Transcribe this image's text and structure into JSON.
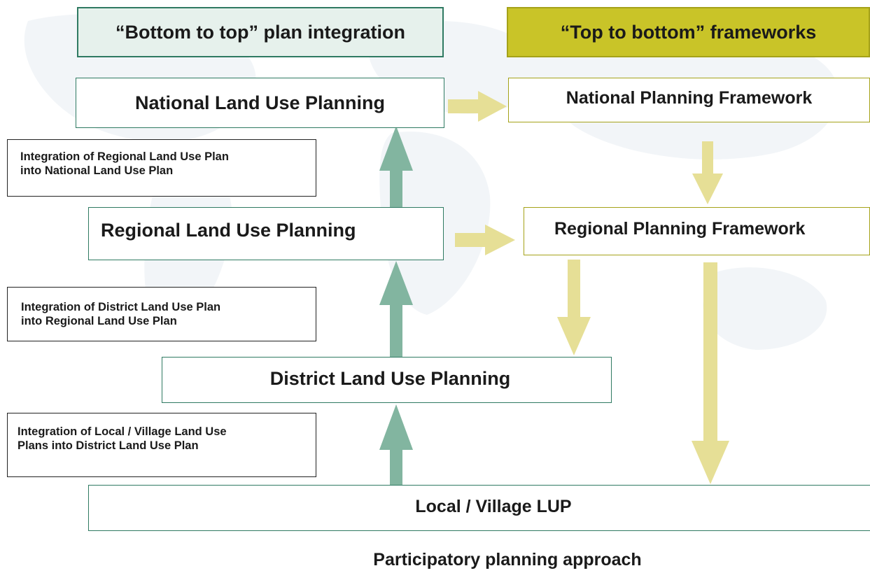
{
  "headers": {
    "bottom_to_top": "“Bottom to top” plan integration",
    "top_to_bottom": "“Top to bottom” frameworks"
  },
  "levels": {
    "national_lup": "National Land Use Planning",
    "national_framework": "National Planning Framework",
    "regional_lup": "Regional Land Use Planning",
    "regional_framework": "Regional Planning Framework",
    "district_lup": "District Land Use Planning",
    "local_lup": "Local / Village LUP"
  },
  "integration_notes": {
    "regional_into_national": [
      "Integration of Regional Land Use Plan",
      "into National Land Use Plan"
    ],
    "district_into_regional": [
      "Integration of District Land Use Plan",
      "into Regional Land Use Plan"
    ],
    "local_into_district": [
      "Integration of Local / Village Land Use",
      "Plans  into District Land Use Plan"
    ]
  },
  "caption": "Participatory planning approach",
  "colors": {
    "green_border": "#2f7a62",
    "green_header_fill": "#e6f1ec",
    "olive_header_fill": "#c9c428",
    "olive_border": "#a5a219",
    "up_arrow": "#82b5a0",
    "down_arrow": "#e6df96",
    "map_background": "#f2f5f8"
  }
}
